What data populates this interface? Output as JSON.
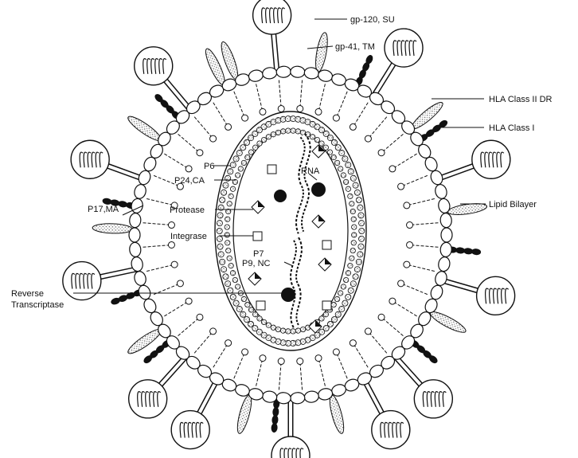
{
  "labels": {
    "gp120": "gp-120, SU",
    "gp41": "gp-41, TM",
    "hla2": "HLA Class II DR",
    "hla1": "HLA Class I",
    "lipid": "Lipid Bilayer",
    "p6": "P6",
    "p24": "P24,CA",
    "protease": "Protease",
    "integrase": "Integrase",
    "p17": "P17,MA",
    "rt1": "Reverse",
    "rt2": "Transcriptase",
    "rna": "RNA",
    "p7": "P7",
    "p9": "P9, NC"
  },
  "style": {
    "ink": "#111111",
    "paper": "#ffffff",
    "stipple": "#d9d9d9"
  }
}
